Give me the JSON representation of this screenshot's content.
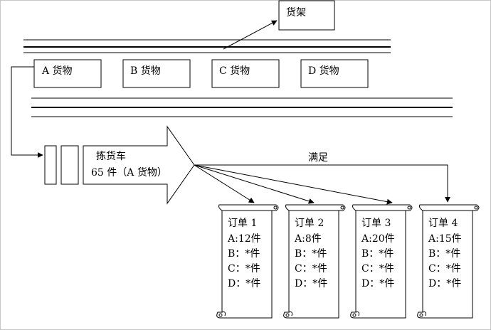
{
  "shelf": {
    "label": "货架"
  },
  "goods": [
    {
      "label": "A 货物"
    },
    {
      "label": "B 货物"
    },
    {
      "label": "C 货物"
    },
    {
      "label": "D 货物"
    }
  ],
  "cart": {
    "title": "拣货车",
    "load": "65 件（A 货物）"
  },
  "satisfy_label": "满足",
  "orders": [
    {
      "title": "订单 1",
      "lines": [
        "A:12件",
        "B：*件",
        "C：*件",
        "D：*件"
      ]
    },
    {
      "title": "订单 2",
      "lines": [
        "A:8件",
        "B：*件",
        "C：*件",
        "D：*件"
      ]
    },
    {
      "title": "订单 3",
      "lines": [
        "A:20件",
        "B：*件",
        "C：*件",
        "D：*件"
      ]
    },
    {
      "title": "订单 4",
      "lines": [
        "A:15件",
        "B：*件",
        "C：*件",
        "D：*件"
      ]
    }
  ]
}
